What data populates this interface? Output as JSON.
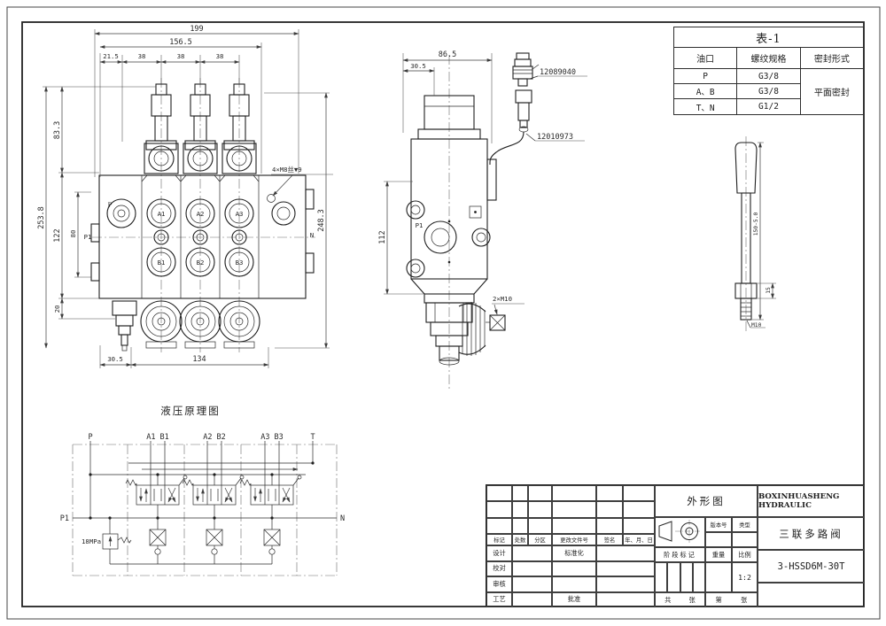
{
  "table1": {
    "title": "表-1",
    "col_port": "油口",
    "col_thread": "螺纹规格",
    "col_seal": "密封形式",
    "rows": [
      {
        "port": "P",
        "thread": "G3/8"
      },
      {
        "port": "A、B",
        "thread": "G3/8"
      },
      {
        "port": "T、N",
        "thread": "G1/2"
      }
    ],
    "seal_value": "平面密封"
  },
  "front_view": {
    "dim_199": "199",
    "dim_156_5": "156.5",
    "dim_21_5": "21.5",
    "dim_38_1": "38",
    "dim_38_2": "38",
    "dim_38_3": "38",
    "dim_83_3": "83.3",
    "dim_253_8": "253.8",
    "dim_122": "122",
    "dim_80": "80",
    "dim_20": "20",
    "dim_30_5": "30.5",
    "dim_134": "134",
    "dim_248_3": "248.3",
    "note_m8": "4×M8丝▼9",
    "port_p": "P",
    "port_p1": "P1",
    "port_n": "N",
    "port_a1": "A1",
    "port_a2": "A2",
    "port_a3": "A3",
    "port_b1": "B1",
    "port_b2": "B2",
    "port_b3": "B3"
  },
  "side_view": {
    "dim_86_5": "86.5",
    "dim_30_5": "30.5",
    "dim_112": "112",
    "part_upper": "12089040",
    "part_lower": "12010973",
    "note_m10": "2×M10",
    "port_p1": "P1"
  },
  "handle_view": {
    "dim_length": "150-5.0",
    "dim_15": "15",
    "note_m10": "M10"
  },
  "schematic": {
    "title": "液压原理图",
    "port_p": "P",
    "port_a1b1": "A1 B1",
    "port_a2b2": "A2 B2",
    "port_a3b3": "A3 B3",
    "port_t": "T",
    "port_p1": "P1",
    "port_n": "N",
    "relief_pressure": "18MPa"
  },
  "title_block": {
    "view_name": "外形图",
    "company": "BOXINHUASHENG HYDRAULIC",
    "product": "三联多路阀",
    "model": "3-HSSD6M-30T",
    "version_label": "版本号",
    "type_label": "类型",
    "stage_label": "阶段标记",
    "weight_label": "重量",
    "scale_label": "比例",
    "scale_value": "1:2",
    "header_mark": "标记",
    "header_count": "处数",
    "header_zone": "分区",
    "header_change_no": "更改文件号",
    "header_sign": "签名",
    "header_date": "年、月、日",
    "row_design": "设计",
    "row_check": "校对",
    "row_review": "审核",
    "row_process": "工艺",
    "cell_standard": "标准化",
    "cell_approve": "批准",
    "sheet_total_label": "共",
    "sheet_unit1": "张",
    "sheet_no_label": "第",
    "sheet_unit2": "张"
  }
}
